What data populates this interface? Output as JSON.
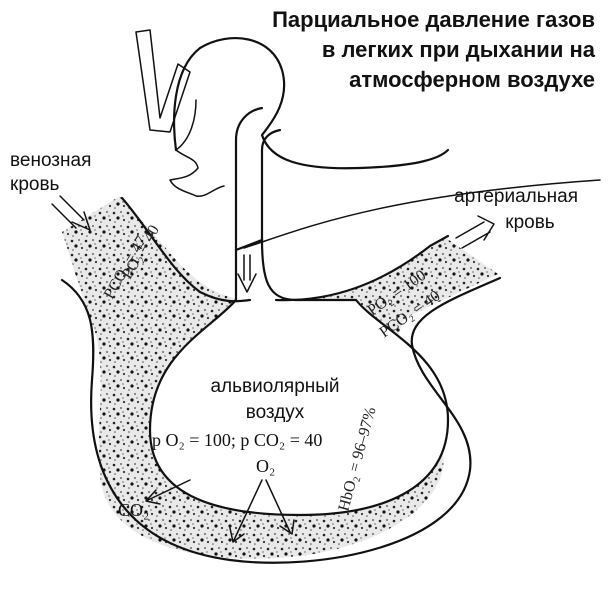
{
  "title": {
    "line1": "Парциальное давление газов",
    "line2": "в легких при дыхании на",
    "line3": "атмосферном воздухе"
  },
  "labels": {
    "venous_line1": "венозная",
    "venous_line2": "кровь",
    "arterial_line1": "артериальная",
    "arterial_line2": "кровь",
    "alveolar_line1": "альвиолярный",
    "alveolar_line2": "воздух",
    "alveolar_pressures": "p O₂ = 100;  p CO₂ = 40",
    "o2": "O₂",
    "co2": "CO₂"
  },
  "venous_values": {
    "po2": "PO₂ = 40",
    "pco2": "PCO₂ = 47"
  },
  "arterial_values": {
    "po2": "PO₂ = 100",
    "pco2": "PCO₂ = 40"
  },
  "saturation": "HbO₂ = 96–97%"
}
